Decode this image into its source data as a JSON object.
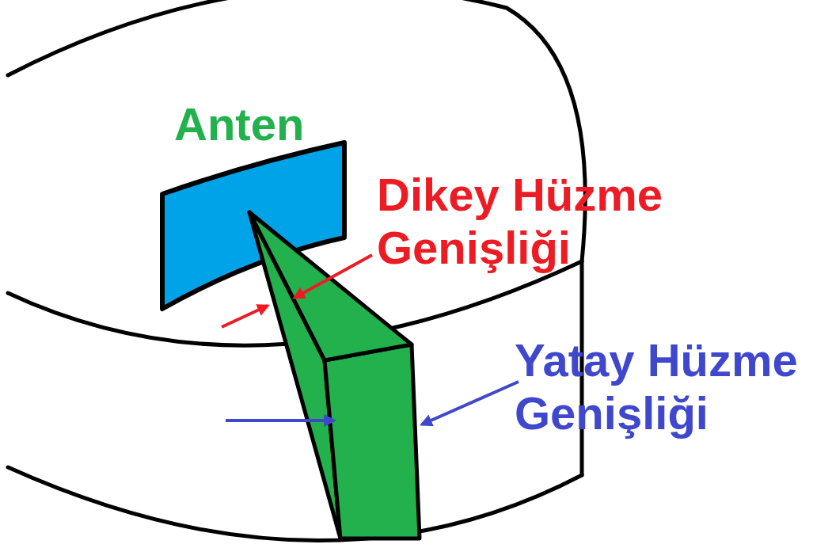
{
  "diagram": {
    "labels": [
      "Anten",
      "Dikey Hüzme Genişliği",
      "Yatay Hüzme Genişliği"
    ]
  }
}
